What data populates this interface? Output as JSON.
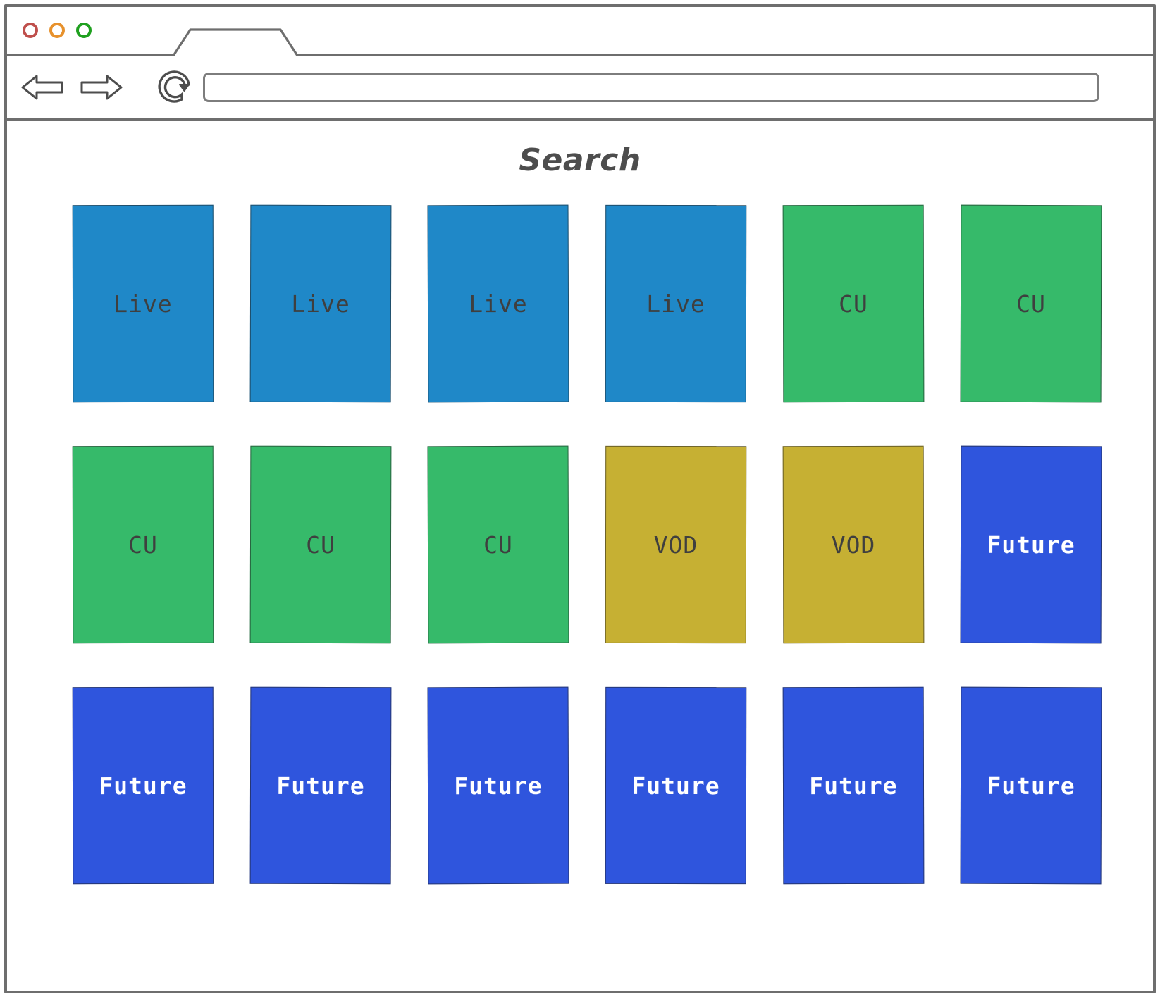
{
  "browser": {
    "window_controls": [
      {
        "name": "close",
        "color": "#bf4f4c"
      },
      {
        "name": "minimize",
        "color": "#e7912c"
      },
      {
        "name": "maximize",
        "color": "#1fa01f"
      }
    ],
    "tab": {
      "label": ""
    },
    "toolbar": {
      "back_label": "Back",
      "forward_label": "Forward",
      "reload_label": "Reload",
      "url_value": "",
      "url_placeholder": ""
    }
  },
  "page": {
    "title": "Search",
    "grid": {
      "columns": 6,
      "rows": 3,
      "tiles": [
        {
          "label": "Live",
          "kind": "live",
          "color": "#1f88c8"
        },
        {
          "label": "Live",
          "kind": "live",
          "color": "#1f88c8"
        },
        {
          "label": "Live",
          "kind": "live",
          "color": "#1f88c8"
        },
        {
          "label": "Live",
          "kind": "live",
          "color": "#1f88c8"
        },
        {
          "label": "CU",
          "kind": "cu",
          "color": "#36ba6a"
        },
        {
          "label": "CU",
          "kind": "cu",
          "color": "#36ba6a"
        },
        {
          "label": "CU",
          "kind": "cu",
          "color": "#36ba6a"
        },
        {
          "label": "CU",
          "kind": "cu",
          "color": "#36ba6a"
        },
        {
          "label": "CU",
          "kind": "cu",
          "color": "#36ba6a"
        },
        {
          "label": "VOD",
          "kind": "vod",
          "color": "#c6b033"
        },
        {
          "label": "VOD",
          "kind": "vod",
          "color": "#c6b033"
        },
        {
          "label": "Future",
          "kind": "future",
          "color": "#2f55dd"
        },
        {
          "label": "Future",
          "kind": "future",
          "color": "#2f55dd"
        },
        {
          "label": "Future",
          "kind": "future",
          "color": "#2f55dd"
        },
        {
          "label": "Future",
          "kind": "future",
          "color": "#2f55dd"
        },
        {
          "label": "Future",
          "kind": "future",
          "color": "#2f55dd"
        },
        {
          "label": "Future",
          "kind": "future",
          "color": "#2f55dd"
        },
        {
          "label": "Future",
          "kind": "future",
          "color": "#2f55dd"
        }
      ]
    }
  }
}
